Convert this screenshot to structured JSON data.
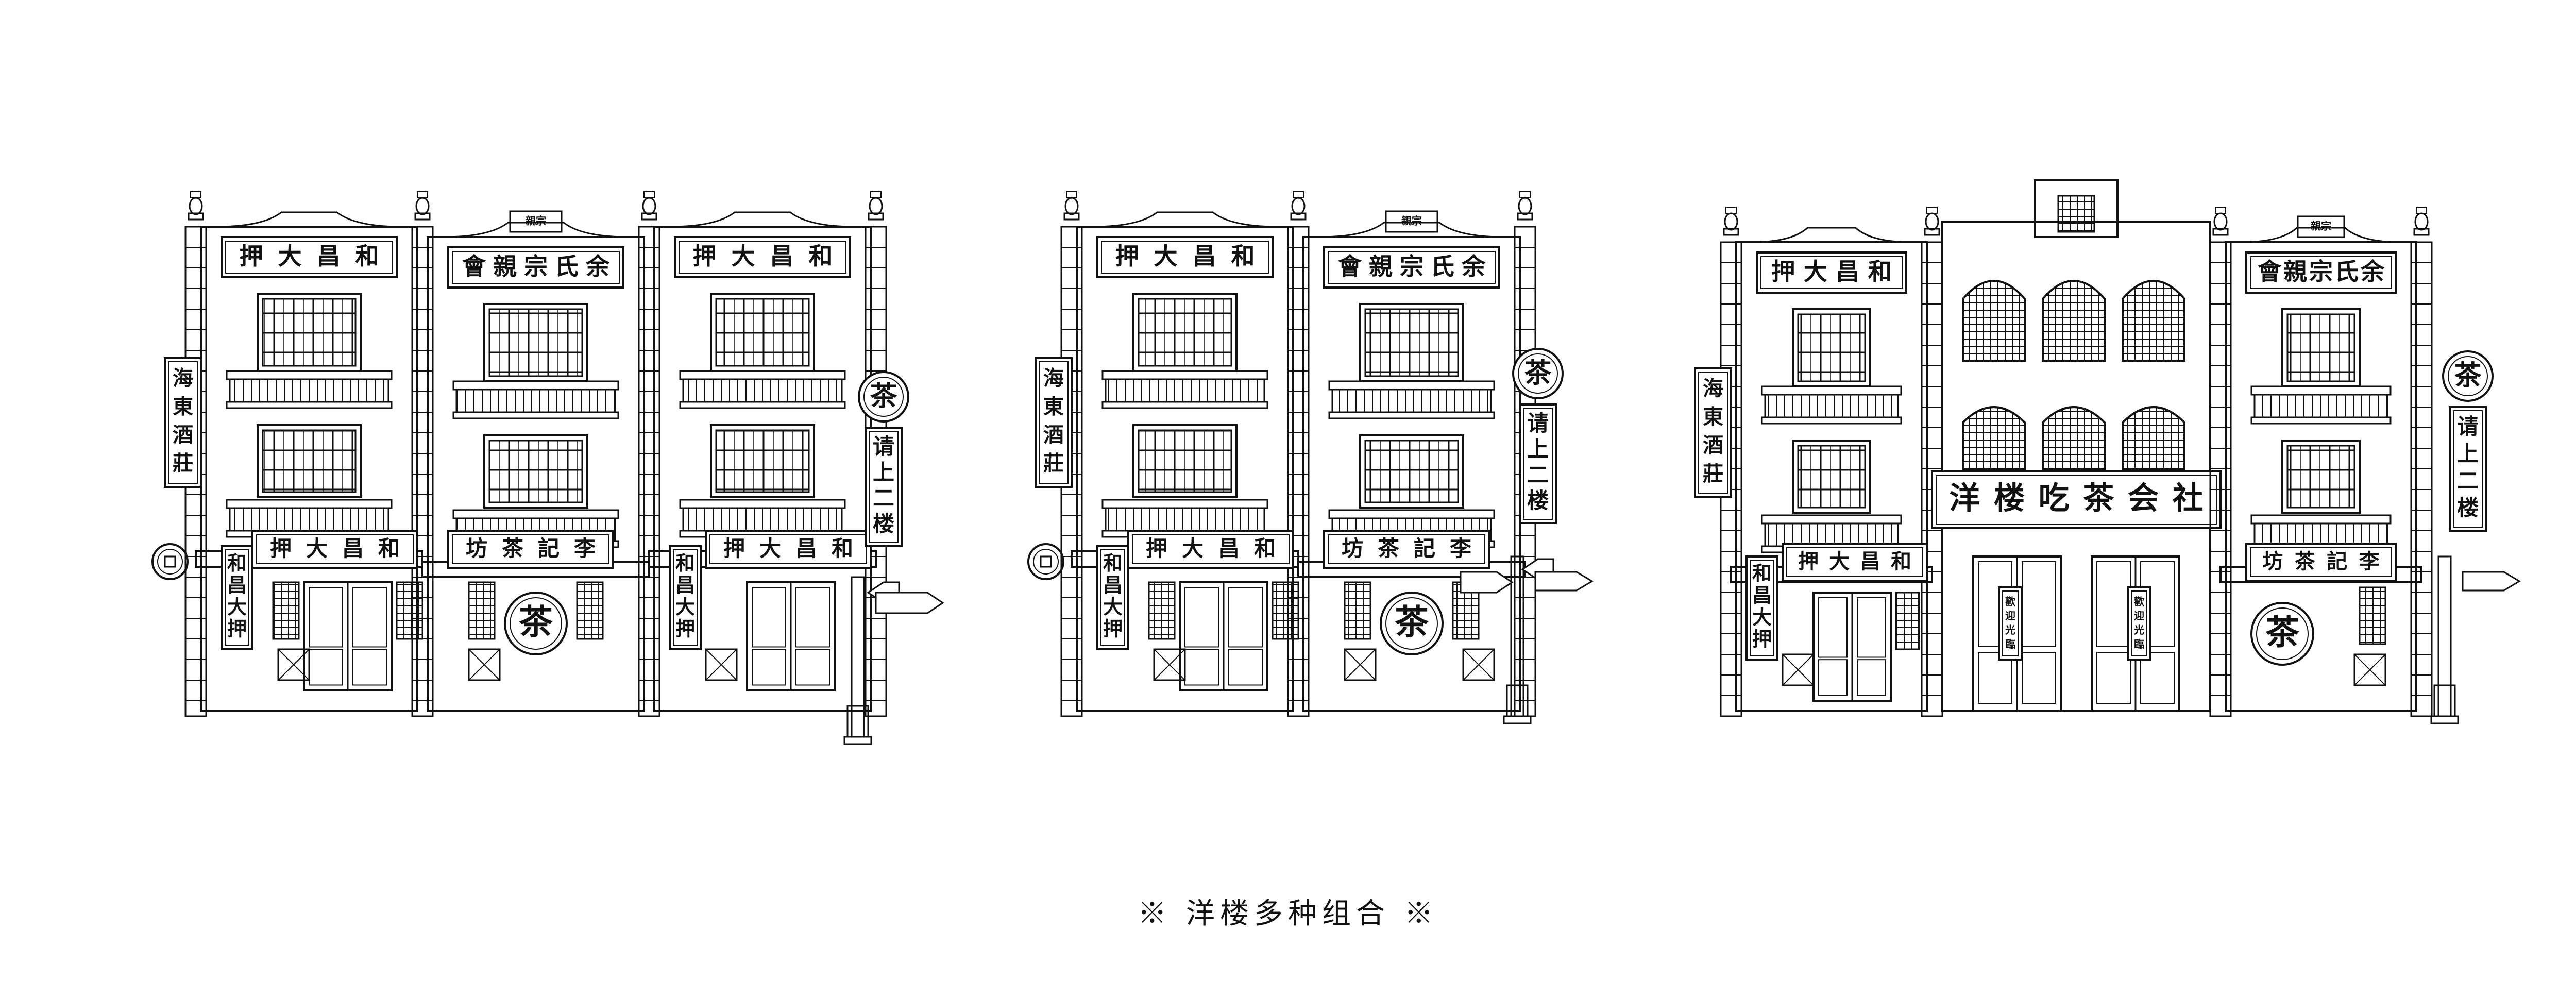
{
  "caption": "※ 洋楼多种组合 ※",
  "signs": {
    "pawn_header": "押大昌和",
    "pawn_lower": "押大昌和",
    "pawn_vertical": "和昌大押",
    "clan_header": "會親宗氏余",
    "clan_top_plaque": "親宗",
    "tea_workshop": "坊茶記李",
    "tea_round": "茶",
    "wine_vertical": "海東酒莊",
    "upstairs_vertical": "请上二楼",
    "tea_house_long": "洋楼吃茶会社",
    "tea_house_door_left": "歡迎光臨",
    "tea_house_door_right": "歡迎光臨"
  },
  "icons": {
    "arrow": "arrow-left-icon",
    "coin": "coin-icon",
    "lamp": "street-lamp-icon"
  }
}
